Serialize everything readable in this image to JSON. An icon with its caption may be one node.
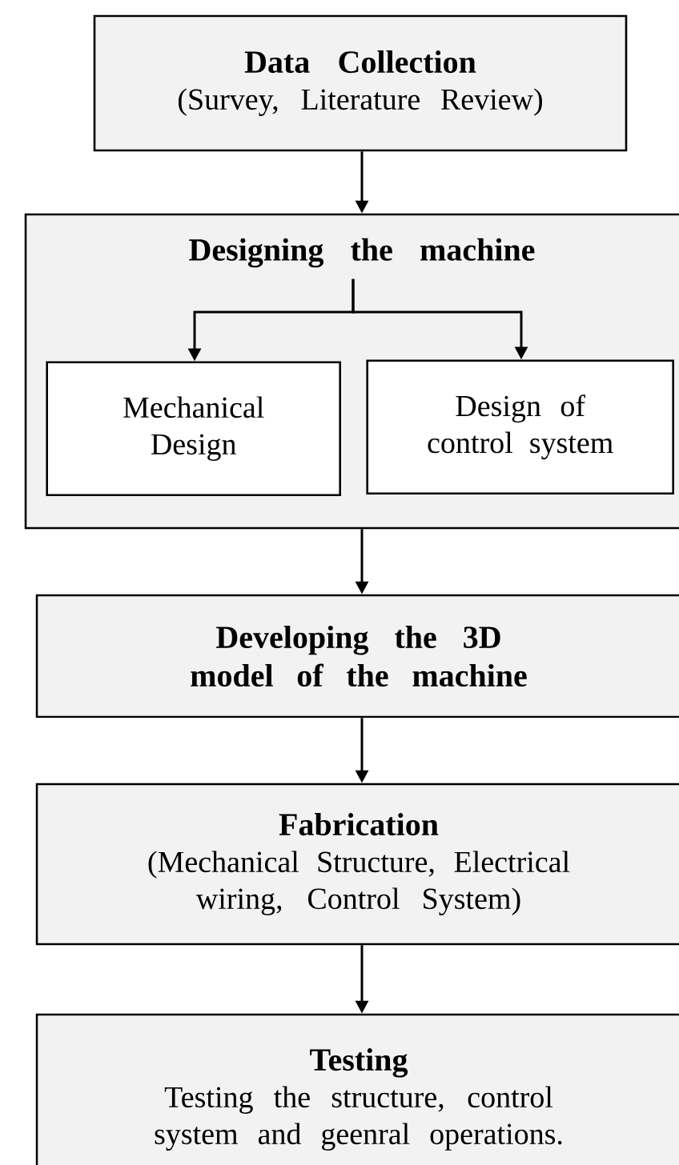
{
  "diagram": {
    "nodes": [
      {
        "text": [
          "Data Collection",
          "(Survey, Literature Review)"
        ]
      },
      {
        "text": [
          "Designing the machine"
        ]
      },
      {
        "text": [
          "Mechanical Design"
        ],
        "in": 1
      },
      {
        "text": [
          "Design of control system"
        ],
        "in": 1
      },
      {
        "text": [
          "Developing the 3D model of the machine"
        ]
      },
      {
        "text": [
          "Fabrication",
          "(Mechanical Structure, Electrical wiring, Control System)"
        ]
      },
      {
        "text": [
          "Testing",
          "Testing the structure, control system and geenral operations."
        ]
      }
    ],
    "edges": [
      {
        "from": 0,
        "to": 1,
        "arrow": "to"
      },
      {
        "from": 1,
        "to": 2,
        "arrow": "to"
      },
      {
        "from": 1,
        "to": 3,
        "arrow": "to"
      },
      {
        "from": 1,
        "to": 4,
        "arrow": "to"
      },
      {
        "from": 4,
        "to": 5,
        "arrow": "to"
      },
      {
        "from": 5,
        "to": 6,
        "arrow": "to"
      }
    ]
  }
}
